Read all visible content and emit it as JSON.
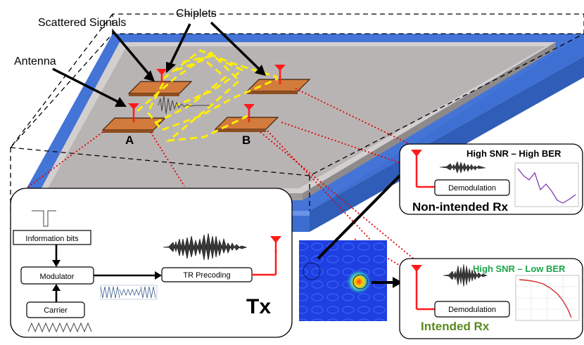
{
  "labels": {
    "chiplets": "Chiplets",
    "scattered_signals": "Scattered Signals",
    "antenna": "Antenna",
    "chiplet_a": "A",
    "chiplet_b": "B"
  },
  "tx_panel": {
    "information_bits": "Information bits",
    "modulator": "Modulator",
    "carrier": "Carrier",
    "tr_precoding": "TR Precoding",
    "title": "Tx"
  },
  "non_intended_rx": {
    "status": "High SNR – High BER",
    "demodulation": "Demodulation",
    "title": "Non-intended Rx"
  },
  "intended_rx": {
    "status": "High SNR – Low BER",
    "demodulation": "Demodulation",
    "title": "Intended Rx"
  },
  "colors": {
    "package_blue": "#3e6fd2",
    "die_gray": "#b9b4b4",
    "chiplet_orange": "#d27b3c",
    "antenna_red": "#ff1a1a",
    "scatter_yellow": "#ffee00",
    "intended_green": "#1aa64a",
    "intended_title": "#5a8a1e"
  }
}
